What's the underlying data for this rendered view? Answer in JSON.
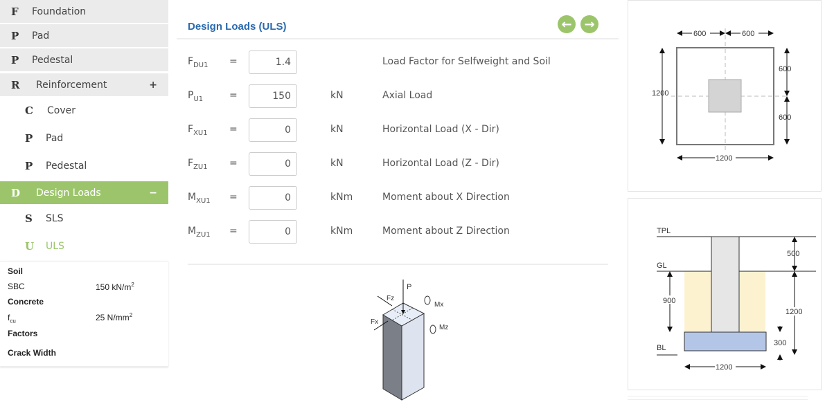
{
  "sidebar": {
    "items": [
      {
        "letter": "F",
        "label": "Foundation"
      },
      {
        "letter": "P",
        "label": "Pad"
      },
      {
        "letter": "P",
        "label": "Pedestal"
      },
      {
        "letter": "R",
        "label": "Reinforcement",
        "toggle": "+"
      },
      {
        "letter": "C",
        "label": "Cover"
      },
      {
        "letter": "P",
        "label": "Pad"
      },
      {
        "letter": "P",
        "label": "Pedestal"
      },
      {
        "letter": "D",
        "label": "Design Loads",
        "toggle": "−"
      },
      {
        "letter": "S",
        "label": "SLS"
      },
      {
        "letter": "U",
        "label": "ULS"
      }
    ],
    "info": {
      "soil": "Soil",
      "sbc_label": "SBC",
      "sbc_value": "150 kN/m",
      "sbc_sup": "2",
      "concrete": "Concrete",
      "fcu_label": "f",
      "fcu_sub": "cu",
      "fcu_value": "25 N/mm",
      "fcu_sup": "2",
      "factors": "Factors",
      "crack": "Crack Width"
    }
  },
  "main": {
    "title": "Design Loads (ULS)",
    "prev_icon": "arrow-left-circle",
    "next_icon": "arrow-right-circle",
    "rows": [
      {
        "sym": "F",
        "sub": "DU1",
        "eq": "=",
        "value": "1.4",
        "unit": "",
        "desc": "Load Factor for Selfweight and Soil"
      },
      {
        "sym": "P",
        "sub": "U1",
        "eq": "=",
        "value": "150",
        "unit": "kN",
        "desc": "Axial Load"
      },
      {
        "sym": "F",
        "sub": "XU1",
        "eq": "=",
        "value": "0",
        "unit": "kN",
        "desc": "Horizontal Load (X - Dir)"
      },
      {
        "sym": "F",
        "sub": "ZU1",
        "eq": "=",
        "value": "0",
        "unit": "kN",
        "desc": "Horizontal Load (Z - Dir)"
      },
      {
        "sym": "M",
        "sub": "XU1",
        "eq": "=",
        "value": "0",
        "unit": "kNm",
        "desc": "Moment about X Direction"
      },
      {
        "sym": "M",
        "sub": "ZU1",
        "eq": "=",
        "value": "0",
        "unit": "kNm",
        "desc": "Moment about Z Direction"
      }
    ],
    "diagram": {
      "p": "P",
      "fz": "Fz",
      "fx": "Fx",
      "mx": "Mx",
      "mz": "Mz"
    }
  },
  "plan": {
    "top_left": "600",
    "top_right": "600",
    "left": "1200",
    "right_top": "600",
    "right_bottom": "600",
    "bottom": "1200"
  },
  "section": {
    "tpl": "TPL",
    "gl": "GL",
    "bl": "BL",
    "d500": "500",
    "d900": "900",
    "d1200v": "1200",
    "d300": "300",
    "d1200h": "1200"
  },
  "colors": {
    "accent": "#9cc56b",
    "title": "#2a6aad",
    "soil": "#fdf2d0",
    "footing": "#b4c6e7",
    "column": "#e6e6e6"
  }
}
